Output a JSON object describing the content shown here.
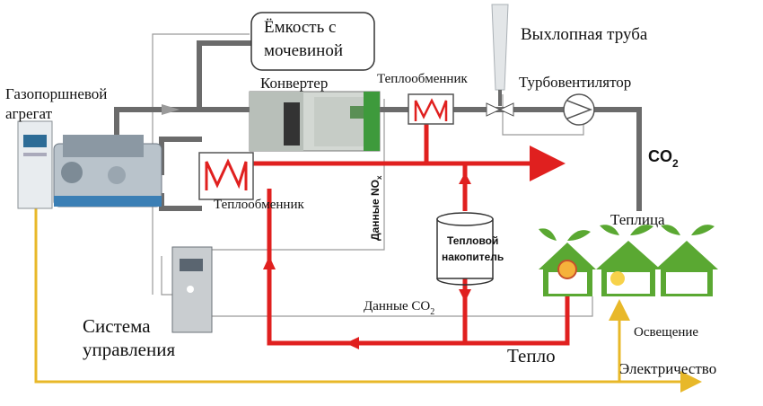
{
  "labels": {
    "gas_unit": [
      "Газопоршневой",
      "агрегат"
    ],
    "urea_tank": [
      "Ёмкость с",
      "мочевиной"
    ],
    "converter": "Конвертер",
    "heat_exchanger_top": "Теплообменник",
    "heat_exchanger_left": "Теплообменник",
    "exhaust_pipe": "Выхлопная труба",
    "turbofan": "Турбовентилятор",
    "co2": "CO",
    "co2_sub": "2",
    "greenhouse": "Теплица",
    "nox_data": "Данные NO",
    "nox_sub": "x",
    "heat_storage": [
      "Тепловой",
      "накопитель"
    ],
    "co2_data": "Данные CO",
    "co2_data_sub": "2",
    "control_system": [
      "Система",
      "управления"
    ],
    "lighting": "Освещение",
    "heat": "Тепло",
    "electricity": "Электричество"
  },
  "colors": {
    "exhaust": "#6b6b6b",
    "heat": "#e0201f",
    "electricity": "#e8b829",
    "signal": "#9a9a9a",
    "green": "#5aa832"
  }
}
